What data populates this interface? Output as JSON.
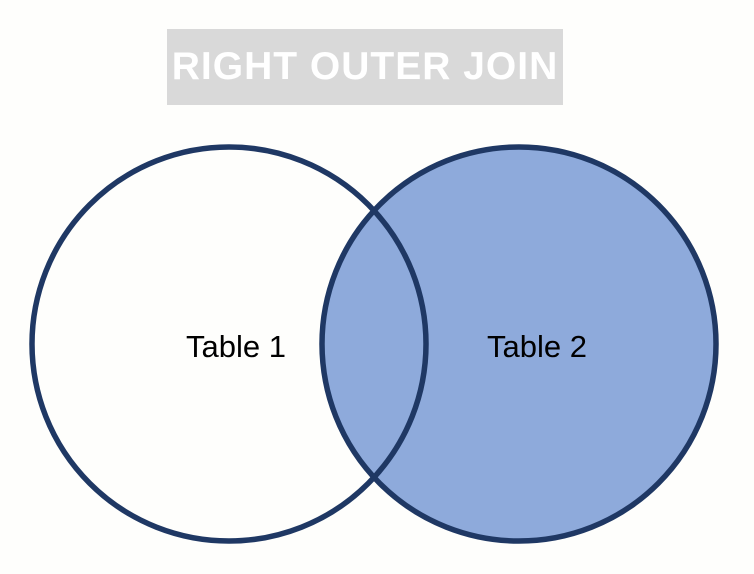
{
  "diagram": {
    "title": "RIGHT OUTER JOIN",
    "left_circle_label": "Table 1",
    "right_circle_label": "Table 2",
    "shaded_regions": "right circle and intersection"
  },
  "colors": {
    "background": "#fefefc",
    "banner_bg": "#d9d9d9",
    "title_text": "#ffffff",
    "circle_stroke": "#1f3864",
    "highlight_fill": "#8eaadb",
    "label_text": "#000000"
  }
}
